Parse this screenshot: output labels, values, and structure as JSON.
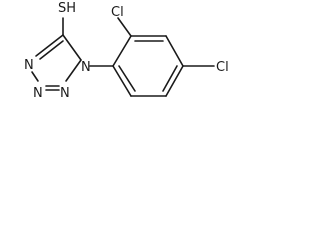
{
  "molecule": {
    "atoms": {
      "n_ring_1": "N",
      "n_ring_2": "N",
      "n_ring_3": "N",
      "n_ring_4": "N",
      "thiol": "SH",
      "chloro_ortho": "Cl",
      "chloro_para": "Cl"
    },
    "colors": {
      "bond": "#1a1a1a",
      "text": "#1a1a1a",
      "background": "#ffffff"
    }
  }
}
